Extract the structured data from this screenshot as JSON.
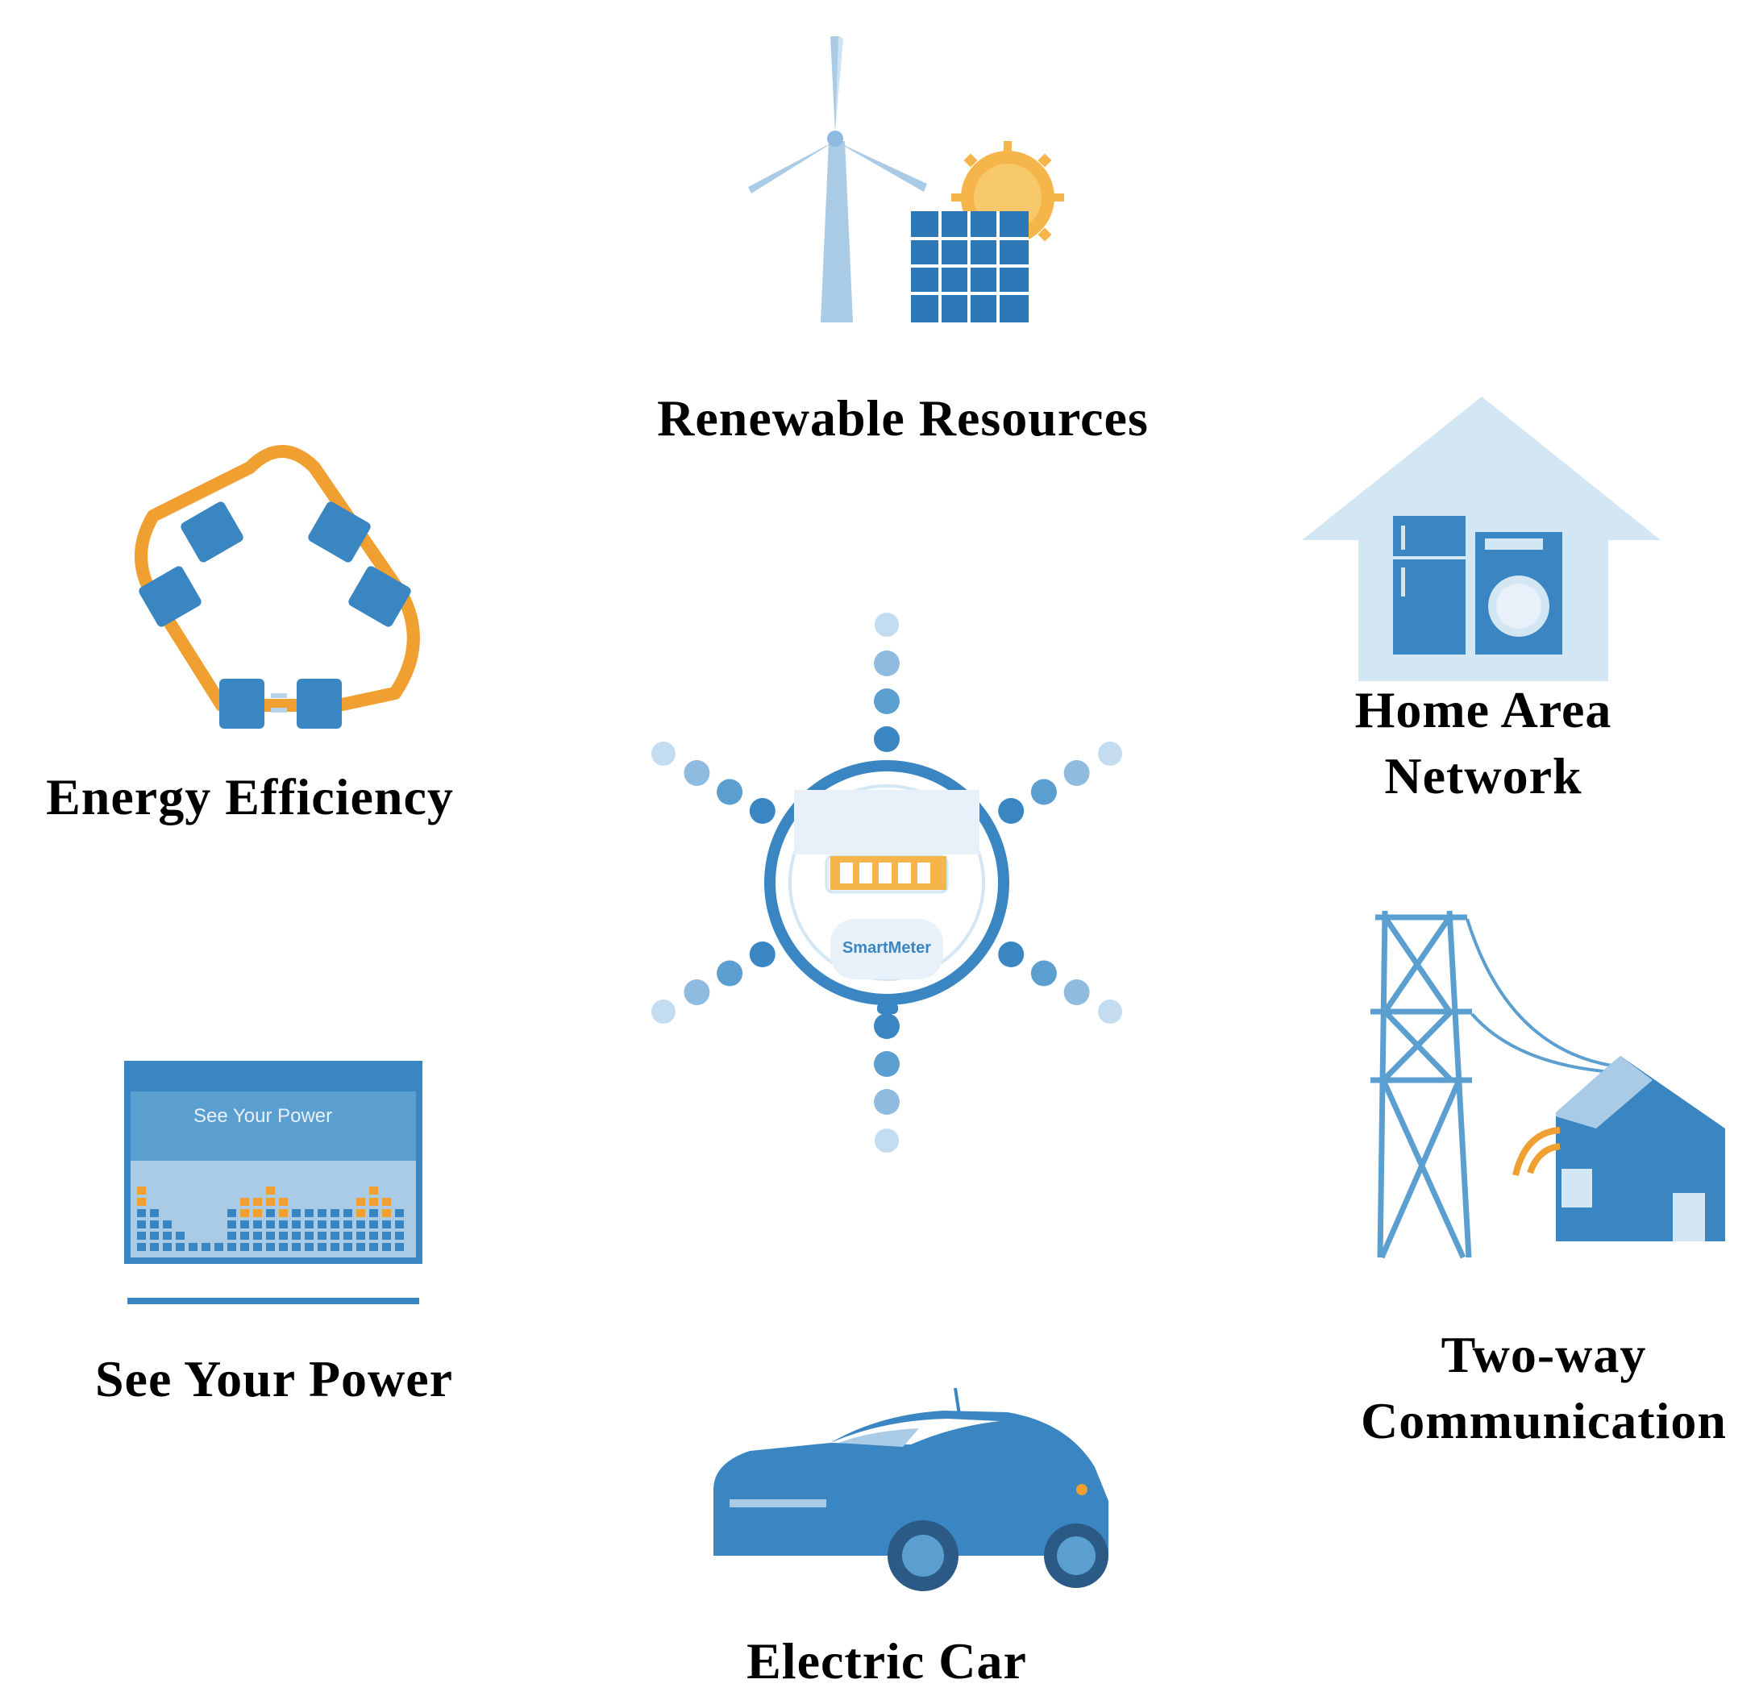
{
  "diagram": {
    "center": {
      "meter_brand_text": "SmartMeter"
    },
    "nodes": [
      {
        "id": "renewable",
        "label_lines": [
          "Renewable Resources"
        ],
        "icon": "wind-turbine-solar-panel-icon"
      },
      {
        "id": "energy",
        "label_lines": [
          "Energy Efficiency"
        ],
        "icon": "plug-cycle-icon"
      },
      {
        "id": "home",
        "label_lines": [
          "Home Area",
          "Network"
        ],
        "icon": "house-appliances-icon"
      },
      {
        "id": "see",
        "label_lines": [
          "See Your Power"
        ],
        "icon": "power-dashboard-icon",
        "screen_text": "See Your Power"
      },
      {
        "id": "twoway",
        "label_lines": [
          "Two-way",
          "Communication"
        ],
        "icon": "power-tower-house-icon"
      },
      {
        "id": "car",
        "label_lines": [
          "Electric Car"
        ],
        "icon": "electric-car-icon"
      }
    ],
    "colors": {
      "primary_blue": "#3a86c2",
      "mid_blue": "#5b9fd0",
      "light_blue": "#a9cbe6",
      "pale_blue": "#d3e6f4",
      "orange": "#f0a030",
      "sun_orange": "#f5b54a"
    }
  }
}
